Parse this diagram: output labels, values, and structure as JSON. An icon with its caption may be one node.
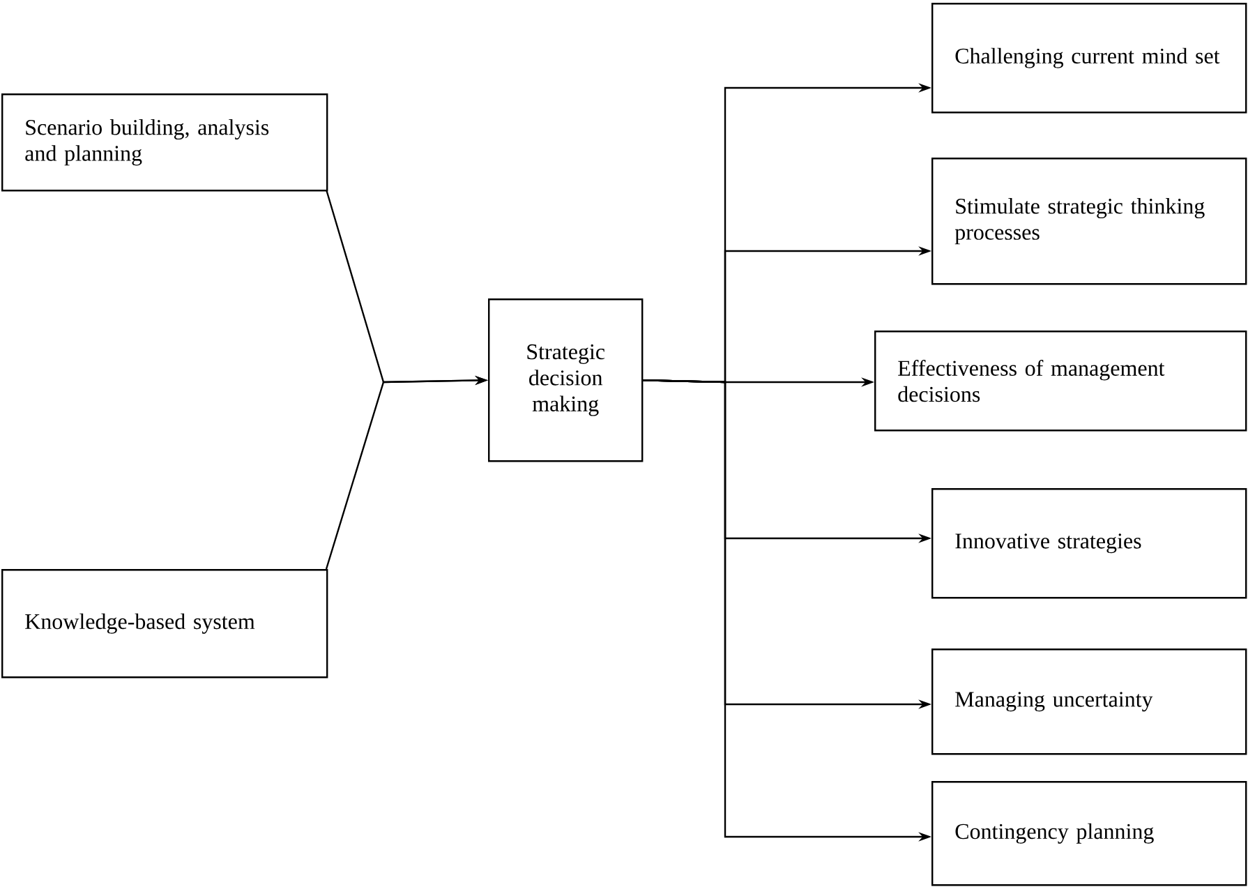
{
  "diagram": {
    "nodes": [
      {
        "text": [
          "Scenario building, analysis and planning"
        ]
      },
      {
        "text": [
          "Knowledge-based system"
        ]
      },
      {
        "text": [
          "Strategic decision making"
        ]
      },
      {
        "text": [
          "Challenging current mind set"
        ]
      },
      {
        "text": [
          "Stimulate strategic thinking processes"
        ]
      },
      {
        "text": [
          "Effectiveness of management decisions"
        ]
      },
      {
        "text": [
          "Innovative strategies"
        ]
      },
      {
        "text": [
          "Managing uncertainty"
        ]
      },
      {
        "text": [
          "Contingency planning"
        ]
      }
    ],
    "edges": [
      {
        "from": 0,
        "to": 2,
        "arrow": "to"
      },
      {
        "from": 1,
        "to": 2,
        "arrow": "to"
      },
      {
        "from": 2,
        "to": 3,
        "arrow": "to"
      },
      {
        "from": 2,
        "to": 4,
        "arrow": "to"
      },
      {
        "from": 2,
        "to": 5,
        "arrow": "to"
      },
      {
        "from": 2,
        "to": 6,
        "arrow": "to"
      },
      {
        "from": 2,
        "to": 7,
        "arrow": "to"
      },
      {
        "from": 2,
        "to": 8,
        "arrow": "to"
      }
    ]
  }
}
